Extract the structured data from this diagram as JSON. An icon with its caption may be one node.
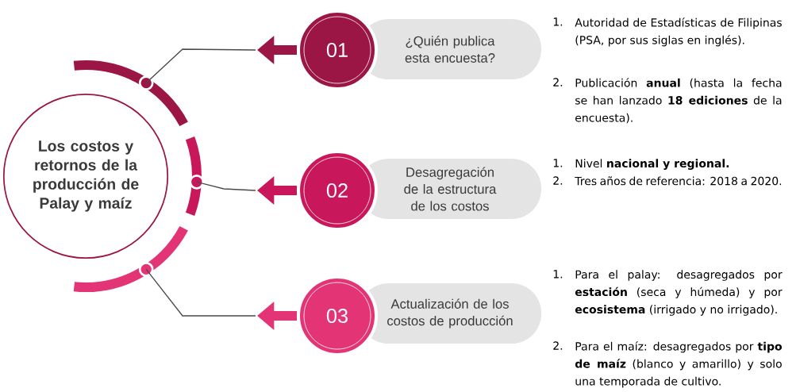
{
  "diagram": {
    "nodes": [
      {
        "text": [
          "Los costos y retornos de la producción de Palay y maíz"
        ]
      },
      {
        "text": [
          "01"
        ]
      },
      {
        "text": [
          "02"
        ]
      },
      {
        "text": [
          "03"
        ]
      },
      {
        "text": [
          "¿Quién publica esta encuesta?"
        ]
      },
      {
        "text": [
          "Desagregación de la estructura de los costos"
        ]
      },
      {
        "text": [
          "Actualización de los costos de producción"
        ]
      }
    ],
    "edges": [
      {
        "from": 0,
        "to": 1,
        "arrow": "none"
      },
      {
        "from": 0,
        "to": 2,
        "arrow": "none"
      },
      {
        "from": 0,
        "to": 3,
        "arrow": "none"
      }
    ],
    "labels": [
      "1.",
      "Autoridad de Estadísticas de Filipinas (PSA, por sus siglas en inglés).",
      "2.",
      "Publicación **anual** (hasta la fecha se han lanzado **18 ediciones** de la encuesta).",
      "1.",
      "Nivel **nacional y regional.**",
      "2.",
      "Tres años de referencia: 2018 a 2020.",
      "1.",
      "Para el palay: desagregados por **estación** (seca y húmeda) y por **ecosistema** (irrigado y no irrigado).",
      "2.",
      "Para el maíz: desagregados por **tipo de maíz** (blanco y amarillo) y solo una temporada de cultivo."
    ]
  }
}
